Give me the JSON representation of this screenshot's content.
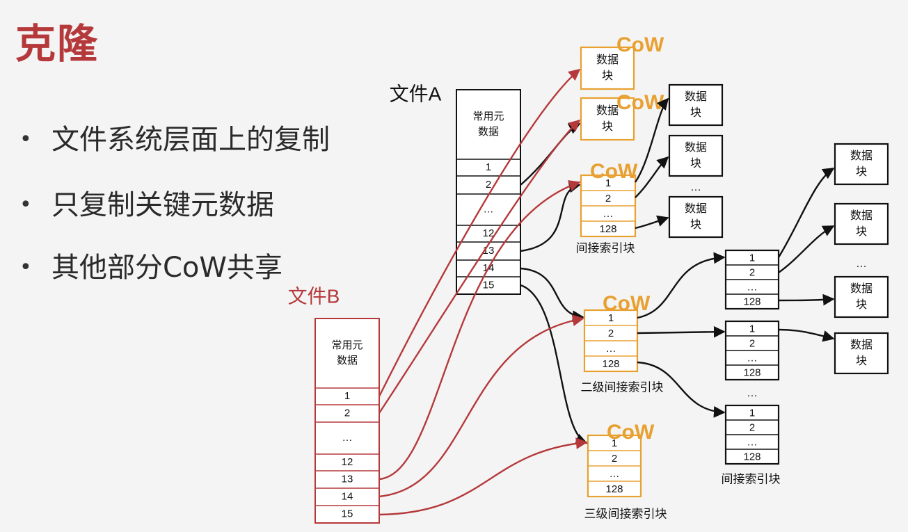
{
  "title": "克隆",
  "bullets": [
    "文件系统层面上的复制",
    "只复制关键元数据",
    "其他部分CoW共享"
  ],
  "file_a": {
    "label": "文件A",
    "meta": [
      "常用元",
      "数据"
    ],
    "rows": [
      "1",
      "2",
      "…",
      "12",
      "13",
      "14",
      "15"
    ]
  },
  "file_b": {
    "label": "文件B",
    "meta": [
      "常用元",
      "数据"
    ],
    "rows": [
      "1",
      "2",
      "…",
      "12",
      "13",
      "14",
      "15"
    ]
  },
  "cow_label": "CoW",
  "data_block": [
    "数据",
    "块"
  ],
  "index_rows": [
    "1",
    "2",
    "…",
    "128"
  ],
  "ellipsis": "…",
  "captions": {
    "indirect": "间接索引块",
    "double_indirect": "二级间接索引块",
    "triple_indirect": "三级间接索引块"
  },
  "colors": {
    "title": "#b5393b",
    "file_b": "#b5393b",
    "cow": "#e8a030",
    "black": "#111111"
  }
}
